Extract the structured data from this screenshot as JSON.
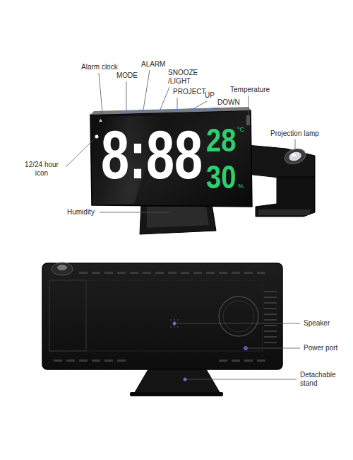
{
  "diagram": {
    "labels": [
      "Alarm clock",
      "MODE",
      "ALARM",
      "SNOOZE /LIGHT",
      "PROJECT",
      "UP",
      "DOWN",
      "Temperature",
      "Projection lamp",
      "12/24 hour icon",
      "8:88",
      "28",
      "°C",
      "30",
      "%",
      "Humidity",
      "Speaker",
      "Power port",
      "Detachable stand"
    ]
  }
}
